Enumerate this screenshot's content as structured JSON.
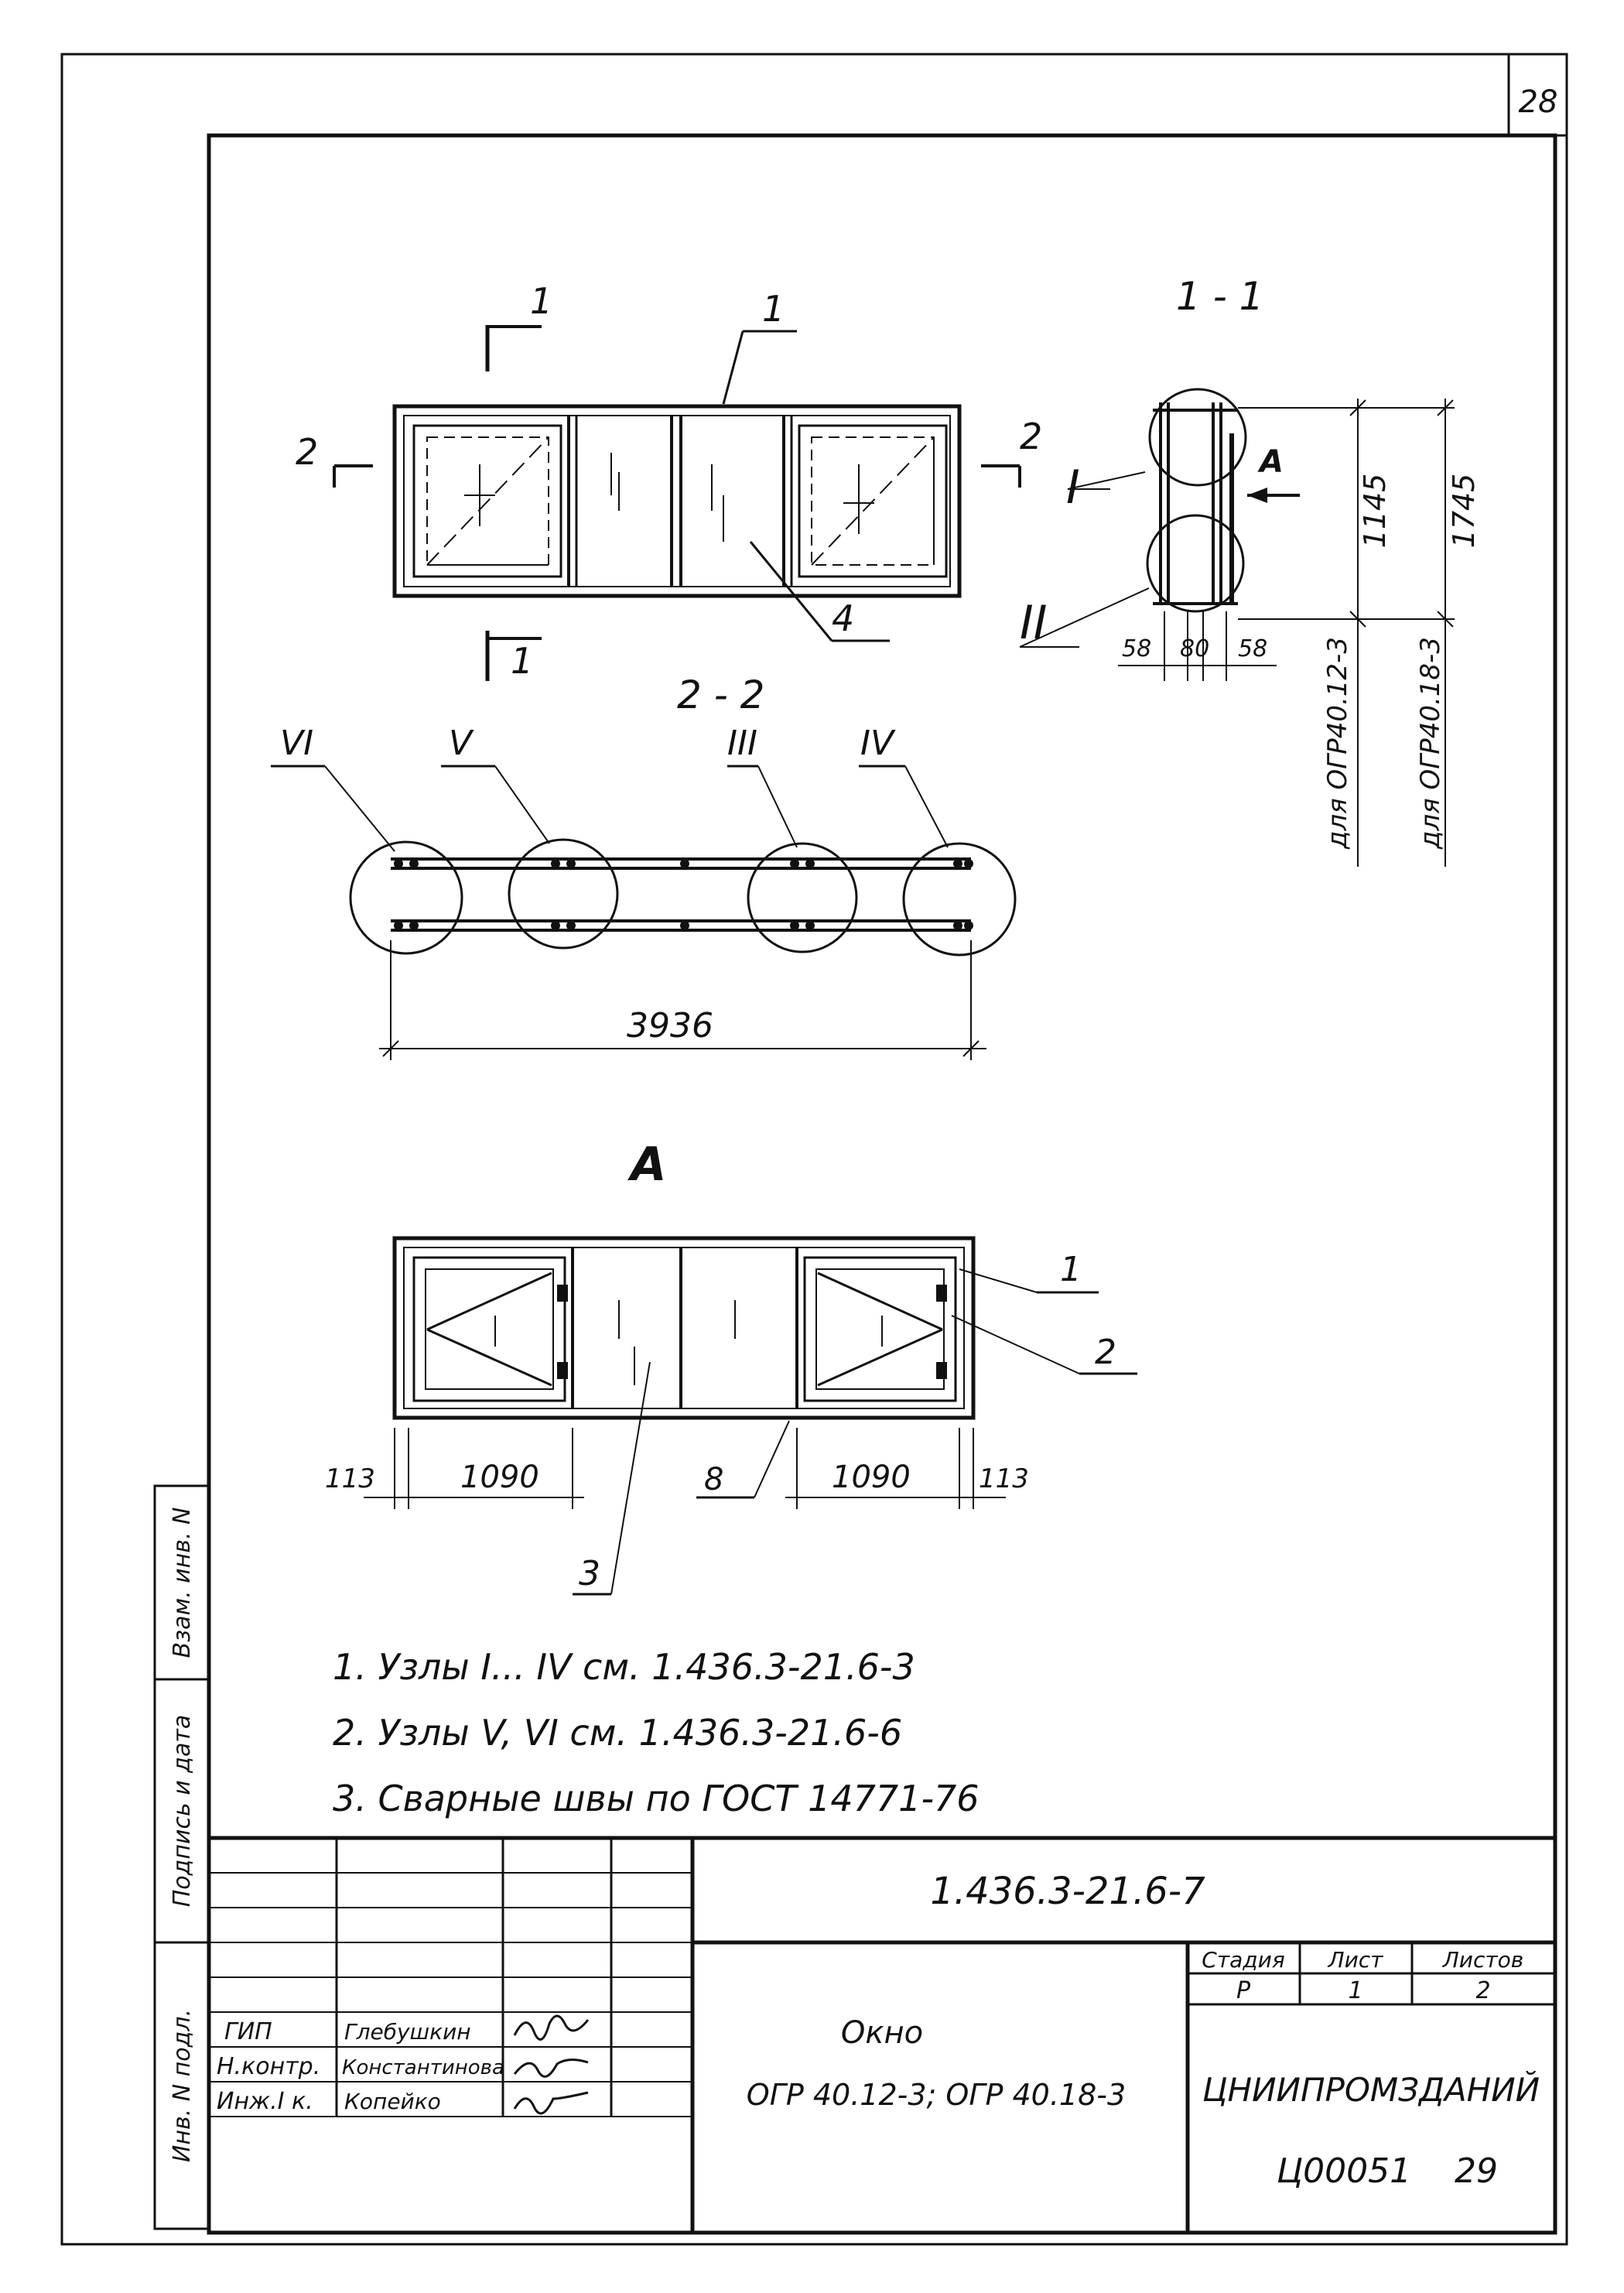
{
  "sheet_number_top": "28",
  "view_top": {
    "section_1_label": "1",
    "section_2_label": "2",
    "callout_1": "1",
    "callout_4": "4"
  },
  "section_11": {
    "title": "1 - 1",
    "node_I": "I",
    "node_II": "II",
    "view_arrow": "A",
    "dim_1145": "1145",
    "dim_1745": "1745",
    "dim_58a": "58",
    "dim_80": "80",
    "dim_58b": "58",
    "note_12": "для ОГР40.12-3",
    "note_18": "для ОГР40.18-3"
  },
  "section_22": {
    "title": "2 - 2",
    "node_VI": "VI",
    "node_V": "V",
    "node_III": "III",
    "node_IV": "IV",
    "dim_total": "3936"
  },
  "view_A": {
    "title": "А",
    "callout_1": "1",
    "callout_2": "2",
    "callout_3": "3",
    "callout_8": "8",
    "dim_113a": "113",
    "dim_1090a": "1090",
    "dim_1090b": "1090",
    "dim_113b": "113"
  },
  "notes": [
    "1. Узлы I... IV см. 1.436.3-21.6-3",
    "2. Узлы V, VI см. 1.436.3-21.6-6",
    "3. Сварные швы по ГОСТ 14771-76"
  ],
  "stamp_side": [
    "Взам. инв. N",
    "Подпись и дата",
    "Инв. N подл."
  ],
  "title_block": {
    "designation": "1.436.3-21.6-7",
    "name_line1": "Окно",
    "name_line2": "ОГР 40.12-3; ОГР 40.18-3",
    "stage_header": "Стадия",
    "sheet_header": "Лист",
    "sheets_header": "Листов",
    "stage": "Р",
    "sheet": "1",
    "sheets": "2",
    "organization": "ЦНИИПРОМЗДАНИЙ",
    "roles": [
      "ГИП",
      "Н.контр.",
      "Инж.I к."
    ],
    "people": [
      "Глебушкин",
      "Константинова",
      "Копейко"
    ]
  },
  "footer": {
    "code": "Ц00051",
    "page": "29"
  }
}
